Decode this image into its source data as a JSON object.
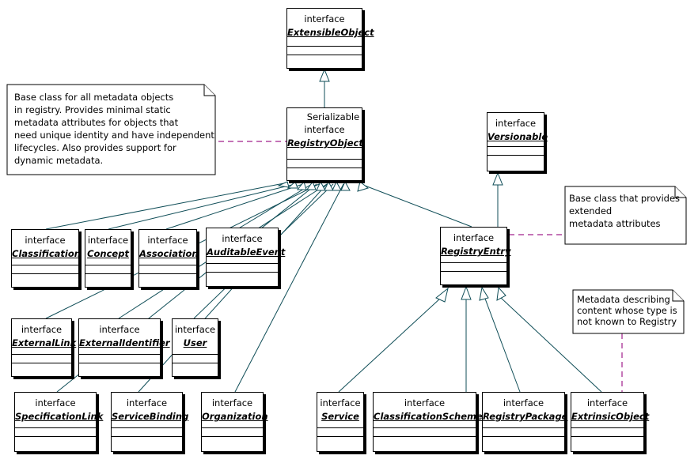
{
  "stereotypes": {
    "interface": "interface",
    "serializable": "Serializable"
  },
  "classes": {
    "extensible_object": "ExtensibleObject",
    "registry_object": "RegistryObject",
    "versionable": "Versionable",
    "classification": "Classification",
    "concept": "Concept",
    "association": "Association",
    "auditable_event": "AuditableEvent",
    "registry_entry": "RegistryEntry",
    "external_link": "ExternalLink",
    "external_identifier": "ExternalIdentifier",
    "user": "User",
    "specification_link": "SpecificationLink",
    "service_binding": "ServiceBinding",
    "organization": "Organization",
    "service": "Service",
    "classification_scheme": "ClassificationScheme",
    "registry_package": "RegistryPackage",
    "extrinsic_object": "ExtrinsicObject"
  },
  "notes": {
    "registry_object_note": "Base class for all metadata objects\nin registry. Provides minimal static\nmetadata attributes for objects that\nneed unique identity and have independent\nlifecycles. Also provides support for\ndynamic metadata.",
    "registry_entry_note": "Base class that provides\nextended\nmetadata attributes",
    "extrinsic_object_note": "Metadata describing\ncontent whose type is\nnot known to Registry"
  },
  "colors": {
    "line": "#0f4d57",
    "dashed": "#a0208c",
    "border": "#000000"
  }
}
